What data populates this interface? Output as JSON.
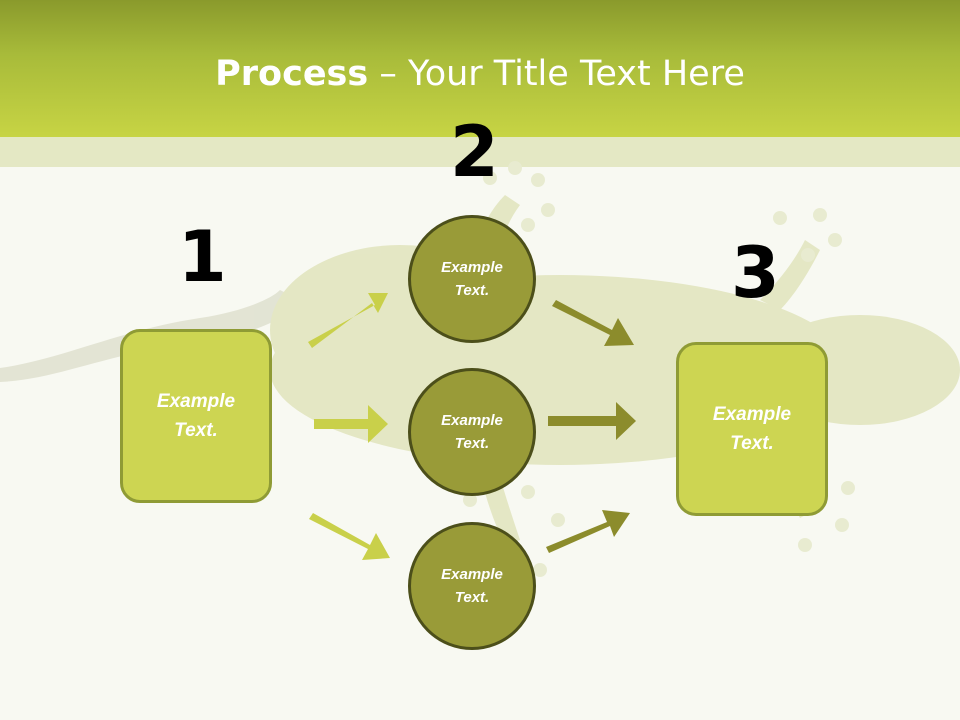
{
  "slide": {
    "title_bold": "Process",
    "title_rest": " – Your Title Text Here"
  },
  "steps": [
    {
      "number": "1",
      "text": "Example Text."
    },
    {
      "number": "2",
      "text": ""
    },
    {
      "number": "3",
      "text": "Example Text."
    }
  ],
  "circles": [
    {
      "text": "Example Text."
    },
    {
      "text": "Example Text."
    },
    {
      "text": "Example Text."
    }
  ],
  "colors": {
    "header": "#a8bb3a",
    "box_fill": "#cdd552",
    "circle_fill": "#999b38",
    "arrow_light": "#c9d04a",
    "arrow_dark": "#8c8c2c"
  },
  "background_art": "lizard-illustration"
}
